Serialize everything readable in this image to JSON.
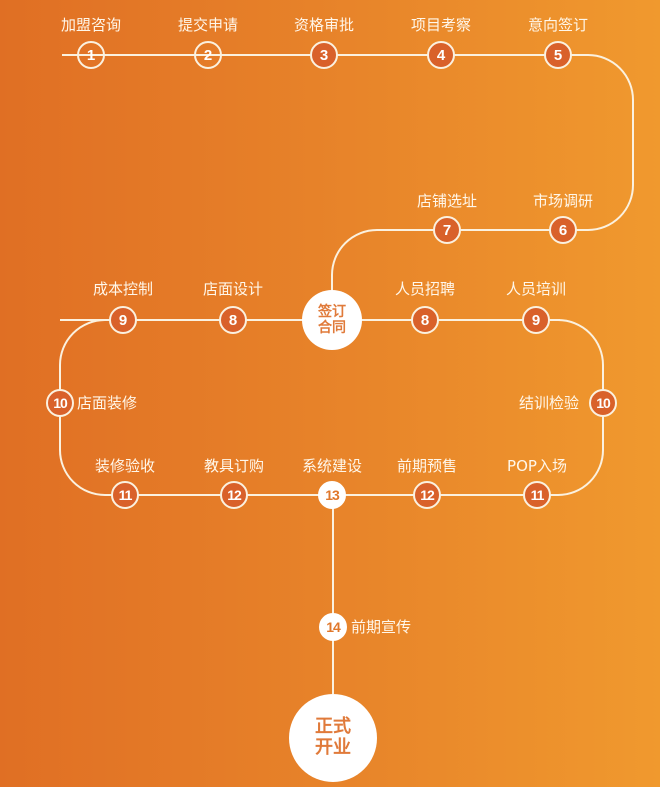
{
  "colors": {
    "background_start": "#e06f24",
    "background_end": "#f0992e",
    "line": "#fbf1df",
    "node_fill": "#d9612a",
    "node_text": "#ffffff",
    "milestone_fill": "#ffffff",
    "milestone_text": "#e07a3a"
  },
  "row1": [
    {
      "num": "1",
      "label": "加盟咨询"
    },
    {
      "num": "2",
      "label": "提交申请"
    },
    {
      "num": "3",
      "label": "资格审批"
    },
    {
      "num": "4",
      "label": "项目考察"
    },
    {
      "num": "5",
      "label": "意向签订"
    }
  ],
  "row2": [
    {
      "num": "7",
      "label": "店铺选址"
    },
    {
      "num": "6",
      "label": "市场调研"
    }
  ],
  "milestone_contract": {
    "line1": "签订",
    "line2": "合同"
  },
  "row3_left": [
    {
      "num": "9",
      "label": "成本控制"
    },
    {
      "num": "8",
      "label": "店面设计"
    }
  ],
  "row3_right": [
    {
      "num": "8",
      "label": "人员招聘"
    },
    {
      "num": "9",
      "label": "人员培训"
    }
  ],
  "side_left": {
    "num": "10",
    "label": "店面装修"
  },
  "side_right": {
    "num": "10",
    "label": "结训检验"
  },
  "row4": [
    {
      "num": "11",
      "label": "装修验收"
    },
    {
      "num": "12",
      "label": "教具订购"
    },
    {
      "num": "13",
      "label": "系统建设"
    },
    {
      "num": "12",
      "label": "前期预售"
    },
    {
      "num": "11",
      "label": "POP入场"
    }
  ],
  "step14": {
    "num": "14",
    "label": "前期宣传"
  },
  "milestone_open": {
    "line1": "正式",
    "line2": "开业"
  }
}
